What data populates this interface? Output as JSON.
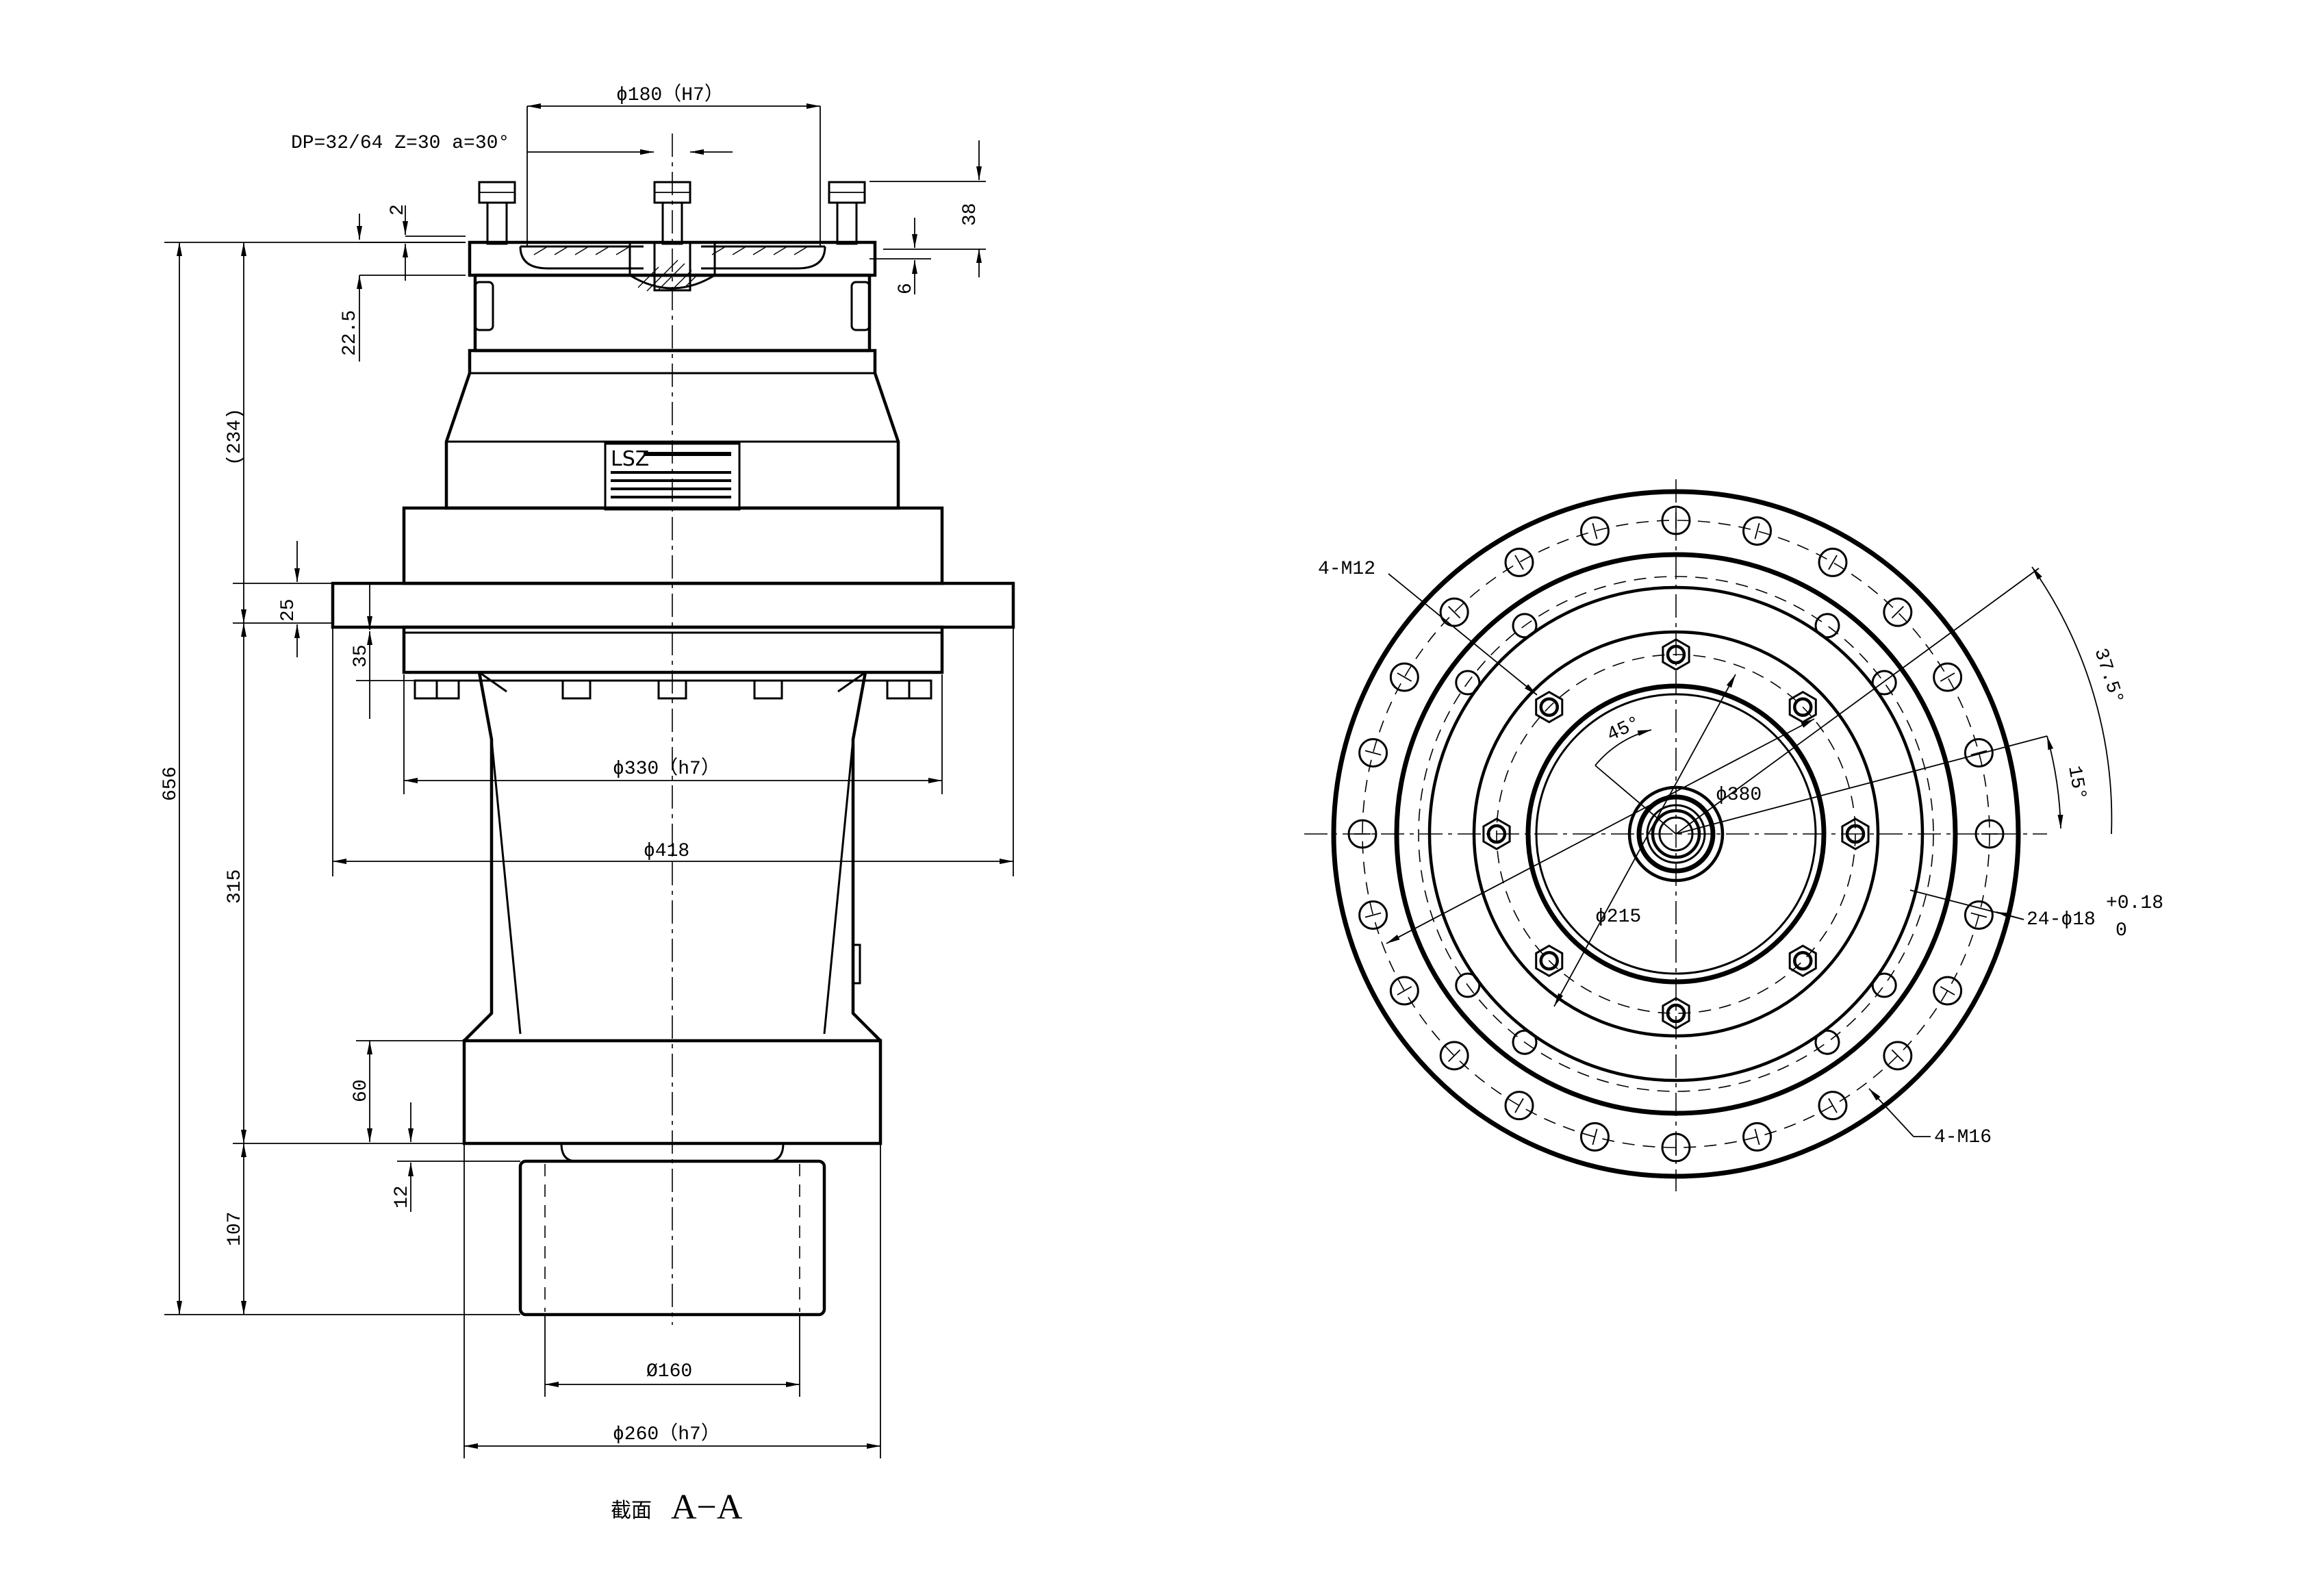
{
  "dimensions": {
    "bore_h7": "ϕ180（H7）",
    "spline_spec": "DP=32/64 Z=30 a=30°",
    "d2": "2",
    "d22_5": "22.5",
    "d38": "38",
    "d6": "6",
    "d656": "656",
    "d234": "(234)",
    "d25": "25",
    "d35": "35",
    "d315": "315",
    "d330": "ϕ330（h7）",
    "d418": "ϕ418",
    "d60": "60",
    "d12": "12",
    "d107": "107",
    "d160": "Ø160",
    "d260": "ϕ260（h7）"
  },
  "section_label": {
    "prefix": "截面",
    "name": "A−A"
  },
  "front_view": {
    "m12": "4-M12",
    "m16": "4-M16",
    "a45": "45°",
    "a37_5": "37.5°",
    "a15": "15°",
    "d380": "ϕ380",
    "d215": "ϕ215",
    "holes_main": "24-ϕ18",
    "tol_upper": "+0.18",
    "tol_lower": "0"
  },
  "nameplate": {
    "brand": "LSZ"
  }
}
